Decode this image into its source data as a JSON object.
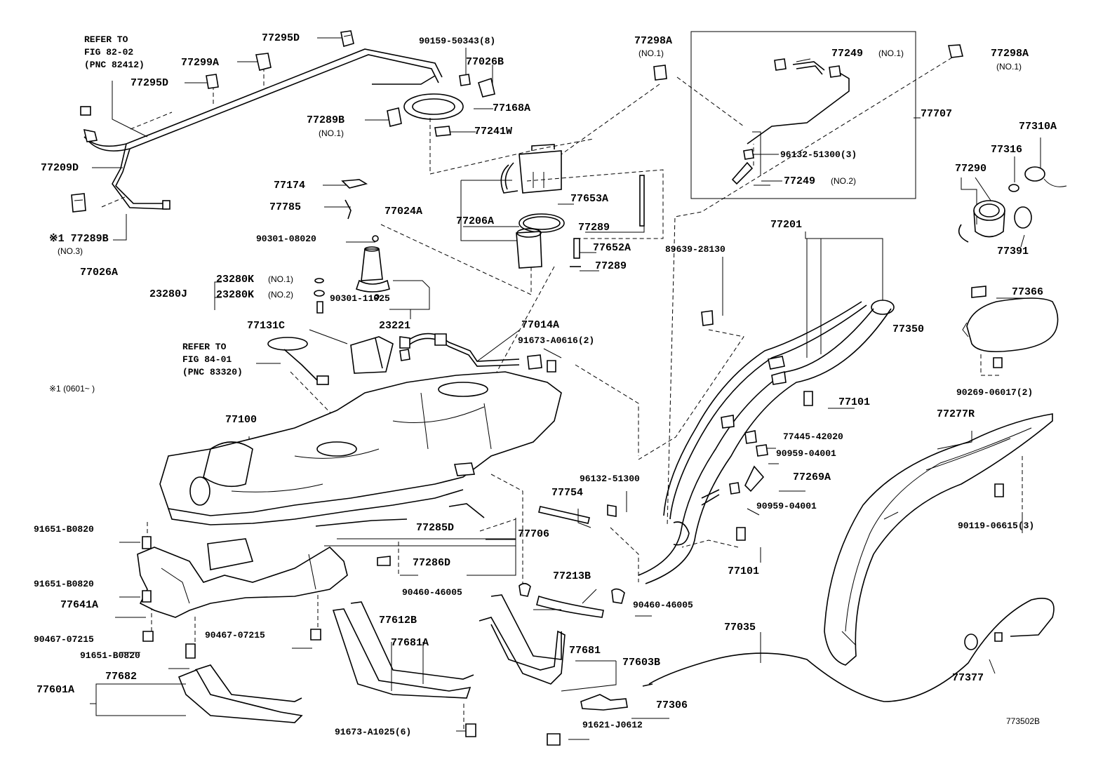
{
  "diagram_id": "773502B",
  "notes": {
    "refer_1": [
      "REFER TO",
      "FIG 82-02",
      "(PNC 82412)"
    ],
    "refer_2": [
      "REFER TO",
      "FIG 84-01",
      "(PNC 83320)"
    ],
    "footnote": "※1 (0601~      )"
  },
  "labels": {
    "p77295D_a": "77295D",
    "p77299A": "77299A",
    "p77295D_b": "77295D",
    "p90159": "90159-50343(8)",
    "p77026B": "77026B",
    "p77168A": "77168A",
    "p77289B_1": "77289B",
    "p77289B_1_no": "(NO.1)",
    "p77241W": "77241W",
    "p77209D": "77209D",
    "p77289B_3": "※1 77289B",
    "p77289B_3_no": "(NO.3)",
    "p77026A": "77026A",
    "p77174": "77174",
    "p77785": "77785",
    "p77024A": "77024A",
    "p77206A": "77206A",
    "p77653A": "77653A",
    "p77289_a": "77289",
    "p77652A": "77652A",
    "p77289_b": "77289",
    "p90301_08020": "90301-08020",
    "p23280K_1": "23280K",
    "p23280K_1_no": "(NO.1)",
    "p23280J": "23280J",
    "p23280K_2": "23280K",
    "p23280K_2_no": "(NO.2)",
    "p90301_11025": "90301-11025",
    "p23221": "23221",
    "p77131C": "77131C",
    "p77014A": "77014A",
    "p91673_A0616": "91673-A0616(2)",
    "p77100": "77100",
    "p77298A_1": "77298A",
    "p77298A_1_no": "(NO.1)",
    "p77249_1": "77249",
    "p77249_1_no": "(NO.1)",
    "p77298A_2": "77298A",
    "p77298A_2_no": "(NO.1)",
    "p77707": "77707",
    "p96132_51300_3": "96132-51300(3)",
    "p77249_2": "77249",
    "p77249_2_no": "(NO.2)",
    "p77310A": "77310A",
    "p77316": "77316",
    "p77290": "77290",
    "p77391": "77391",
    "p77201": "77201",
    "p89639": "89639-28130",
    "p77366": "77366",
    "p77350": "77350",
    "p77101_a": "77101",
    "p90269": "90269-06017(2)",
    "p77445": "77445-42020",
    "p90959_a": "90959-04001",
    "p77269A": "77269A",
    "p90959_b": "90959-04001",
    "p77277R": "77277R",
    "p90119": "90119-06615(3)",
    "p96132_51300": "96132-51300",
    "p77754": "77754",
    "p77285D": "77285D",
    "p77706": "77706",
    "p77286D": "77286D",
    "p77101_b": "77101",
    "p91651_a": "91651-B0820",
    "p91651_b": "91651-B0820",
    "p77641A": "77641A",
    "p90467_a": "90467-07215",
    "p90467_b": "90467-07215",
    "p91651_c": "91651-B0820",
    "p77601A": "77601A",
    "p77682": "77682",
    "p77612B": "77612B",
    "p77681A": "77681A",
    "p91673_A1025": "91673-A1025(6)",
    "p90460_a": "90460-46005",
    "p77213B": "77213B",
    "p90460_b": "90460-46005",
    "p77681": "77681",
    "p77603B": "77603B",
    "p77035": "77035",
    "p77306": "77306",
    "p91621": "91621-J0612",
    "p77377": "77377"
  }
}
